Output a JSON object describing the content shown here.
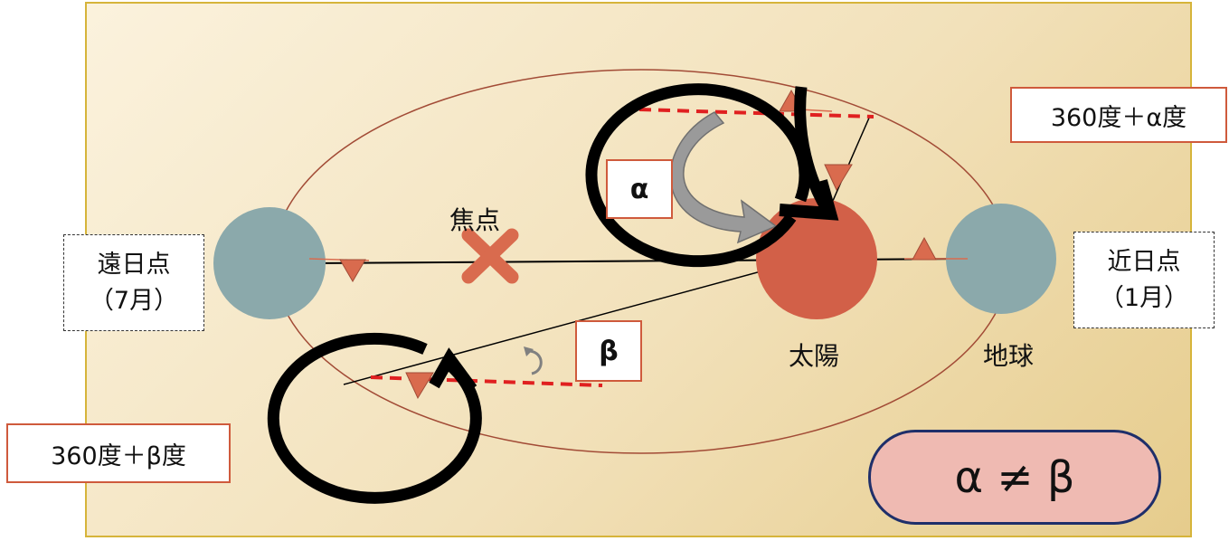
{
  "colors": {
    "planet": "#8ba9ab",
    "sun": "#d26048",
    "orbit": "#a24b36",
    "marker": "#d96b4e",
    "dashed_line": "#e02020",
    "rotation_ring": "#000000",
    "curved_arrow": "#9a9a9a",
    "box_border": "#cf5a3c",
    "neq_border": "#1f2f6a",
    "neq_fill": "#efbab2"
  },
  "labels": {
    "aphelion_name": "遠日点",
    "aphelion_month": "（7月）",
    "perihelion_name": "近日点",
    "perihelion_month": "（1月）",
    "focus": "焦点",
    "sun": "太陽",
    "earth": "地球",
    "angle_alpha": "α",
    "angle_beta": "β",
    "rotation_alpha": "360度＋α度",
    "rotation_beta": "360度＋β度",
    "inequality": "α ≠ β"
  },
  "icons": {
    "focus": "cross-icon",
    "position_marker": "triangle-icon",
    "rotation": "circular-arrow-icon"
  }
}
